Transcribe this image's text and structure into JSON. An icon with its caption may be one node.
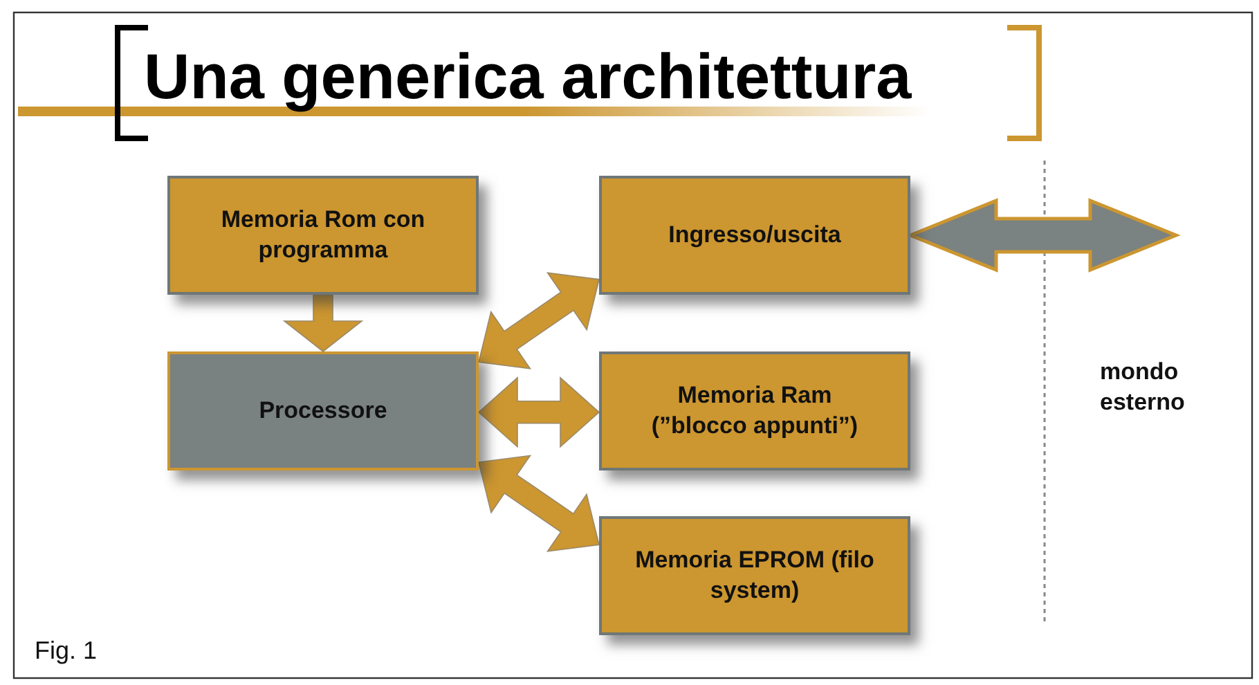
{
  "diagram": {
    "title": "Una generica architettura",
    "caption": "Fig. 1",
    "nodes": [
      {
        "text": [
          "Memoria Rom con programma"
        ]
      },
      {
        "text": [
          "Ingresso/uscita"
        ]
      },
      {
        "text": [
          "Processore"
        ]
      },
      {
        "text": [
          "Memoria Ram (”blocco appunti”)"
        ]
      },
      {
        "text": [
          "Memoria EPROM (filo system)"
        ]
      }
    ],
    "edges": [
      {
        "from": 0,
        "to": 2,
        "arrow": "to"
      },
      {
        "from": 2,
        "to": 1,
        "arrow": "both"
      },
      {
        "from": 2,
        "to": 3,
        "arrow": "both"
      },
      {
        "from": 2,
        "to": 4,
        "arrow": "both"
      },
      {
        "from": 1,
        "to": null,
        "arrow": "both",
        "style": "thick",
        "color": "#7a8282"
      }
    ],
    "labels": [
      "mondo esterno"
    ]
  }
}
